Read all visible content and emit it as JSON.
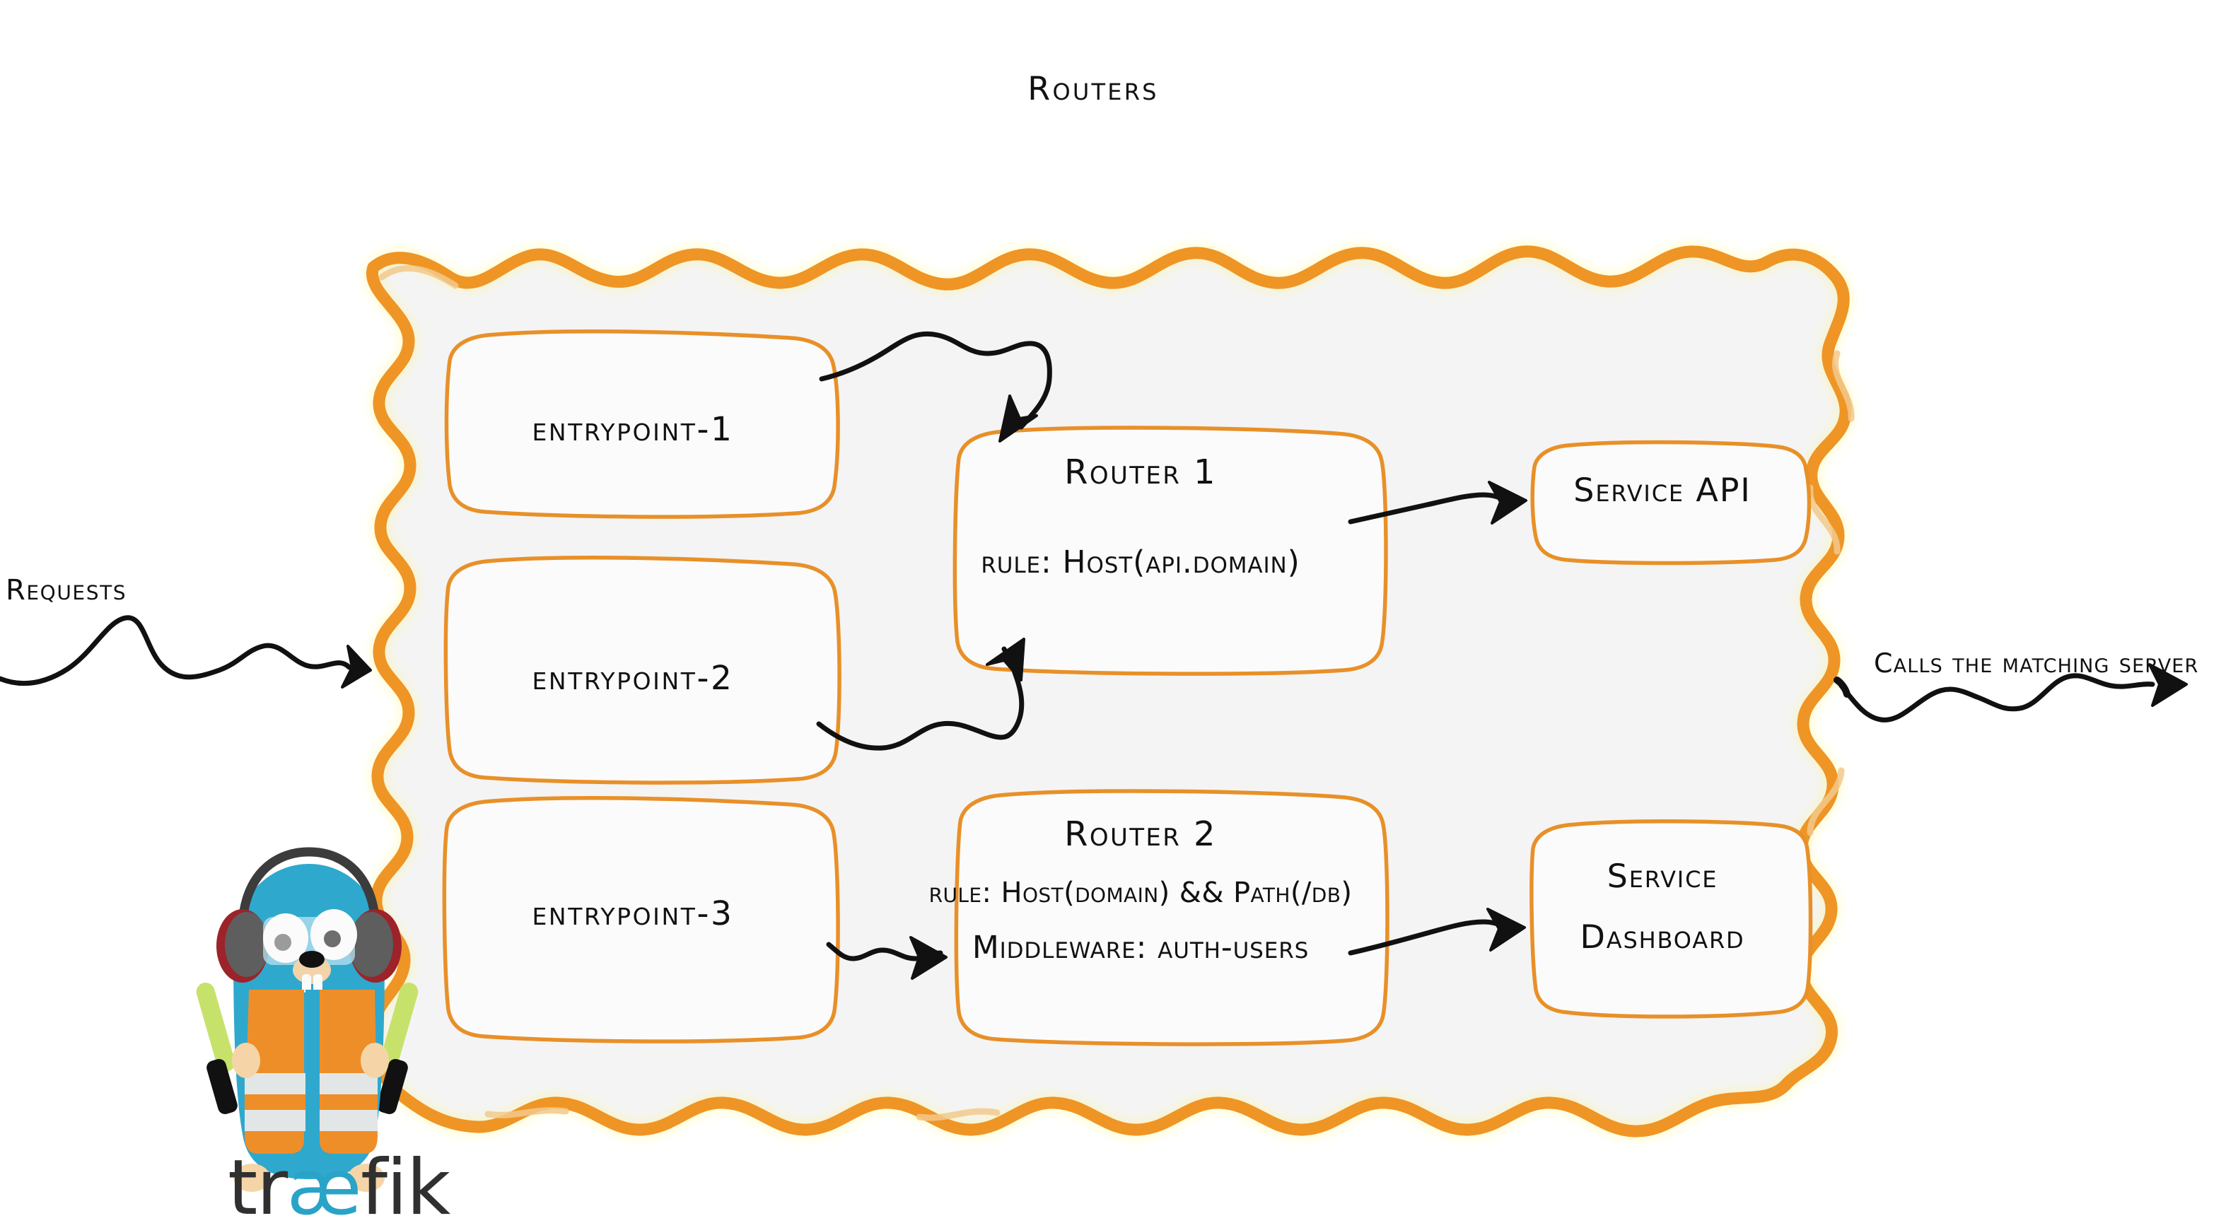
{
  "diagram": {
    "title": "Routers",
    "product": "traefik",
    "colors": {
      "brand_orange": "#EE9527",
      "panel_fill": "#F4F4F4",
      "box_stroke": "#E89028",
      "ink": "#111111",
      "gopher_blue": "#2FA8CD",
      "logo_dark": "#303030",
      "logo_accent": "#2AA3C8",
      "vest_orange": "#EE8E29",
      "wand_green": "#C7E26B"
    }
  },
  "panel": {
    "label": "Routers"
  },
  "entrypoints": [
    {
      "label": "entrypoint-1"
    },
    {
      "label": "entrypoint-2"
    },
    {
      "label": "entrypoint-3"
    }
  ],
  "routers": [
    {
      "name": "Router 1",
      "rule": "rule: Host(api.domain)"
    },
    {
      "name": "Router 2",
      "rule": "rule: Host(domain) && Path(/db)",
      "middleware": "Middleware: auth-users"
    }
  ],
  "services": [
    {
      "line1": "Service API"
    },
    {
      "line1": "Service",
      "line2": "Dashboard"
    }
  ],
  "flow": {
    "inbound_label": "Requests",
    "outbound_label": "Calls the matching server"
  },
  "logo": {
    "part1": "tr",
    "accent": "æ",
    "part2": "fik"
  }
}
